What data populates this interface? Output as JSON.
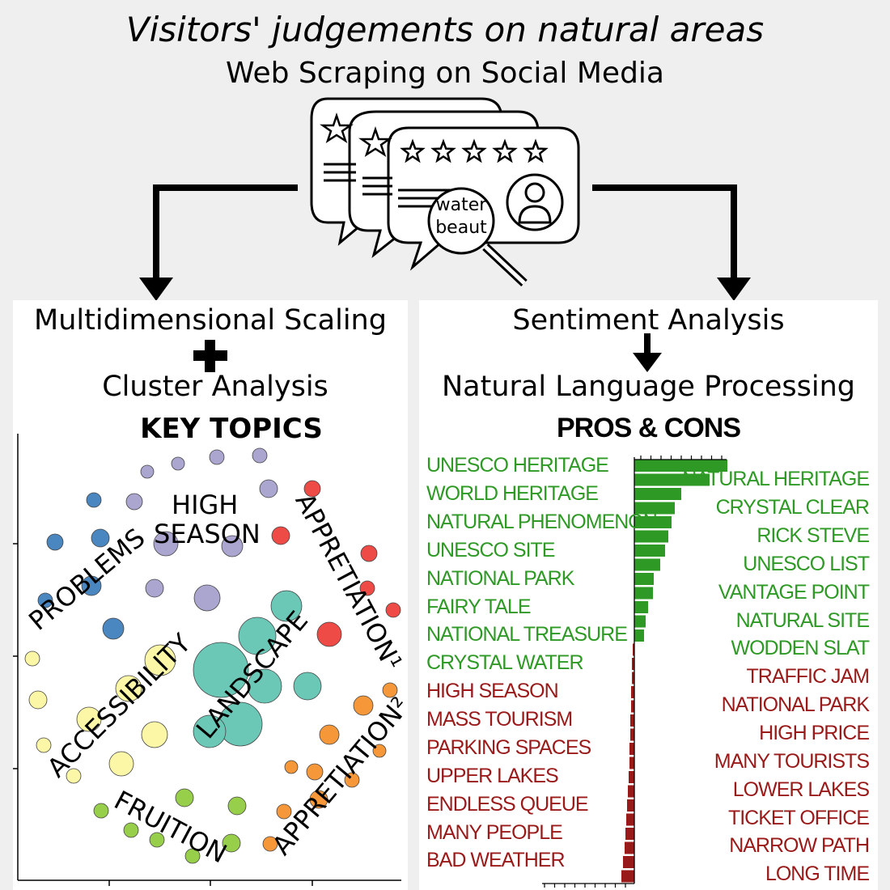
{
  "header": {
    "title": "Visitors' judgements on natural areas",
    "subtitle": "Web Scraping on Social Media"
  },
  "icon_words": [
    "water",
    "beaut"
  ],
  "left": {
    "line1": "Multidimensional Scaling",
    "line2": "Cluster Analysis",
    "heading": "KEY TOPICS",
    "clusters": [
      "PROBLEMS",
      "HIGH",
      "SEASON",
      "APPRETIATION¹",
      "ACCESSIBILITY",
      "LANDSCAPE",
      "APPRETIATION²",
      "FRUITION"
    ]
  },
  "right": {
    "line1": "Sentiment Analysis",
    "line2": "Natural Language Processing",
    "heading": "PROS & CONS"
  },
  "colors": {
    "positive": "#2e9a25",
    "negative": "#9a1a1a",
    "problems": "#4a86bf",
    "high_season": "#aaa6cf",
    "appretiation1": "#ee4b47",
    "accessibility": "#fbf7a6",
    "landscape": "#6bc7b6",
    "appretiation2": "#f6983a",
    "fruition": "#98cf4a"
  },
  "chart_data": {
    "type": "bar",
    "positive_left": [
      "UNESCO HERITAGE",
      "WORLD HERITAGE",
      "NATURAL PHENOMENON",
      "UNESCO SITE",
      "NATIONAL PARK",
      "FAIRY TALE",
      "NATIONAL TREASURE",
      "CRYSTAL WATER"
    ],
    "positive_right": [
      "NATURAL HERITAGE",
      "CRYSTAL CLEAR",
      "RICK STEVE",
      "UNESCO LIST",
      "VANTAGE POINT",
      "NATURAL SITE",
      "WODDEN SLAT"
    ],
    "negative_left": [
      "HIGH SEASON",
      "MASS TOURISM",
      "PARKING SPACES",
      "UPPER LAKES",
      "ENDLESS QUEUE",
      "MANY PEOPLE",
      "BAD WEATHER"
    ],
    "negative_right": [
      "TRAFFIC JAM",
      "NATIONAL PARK",
      "HIGH PRICE",
      "MANY TOURISTS",
      "LOWER LAKES",
      "TICKET OFFICE",
      "NARROW PATH",
      "LONG TIME"
    ],
    "values": [
      115,
      93,
      58,
      50,
      46,
      42,
      38,
      32,
      24,
      23,
      17,
      14,
      12,
      2,
      3,
      3,
      4,
      4,
      5,
      5,
      6,
      6,
      7,
      8,
      9,
      10,
      11,
      12,
      14,
      16
    ]
  }
}
